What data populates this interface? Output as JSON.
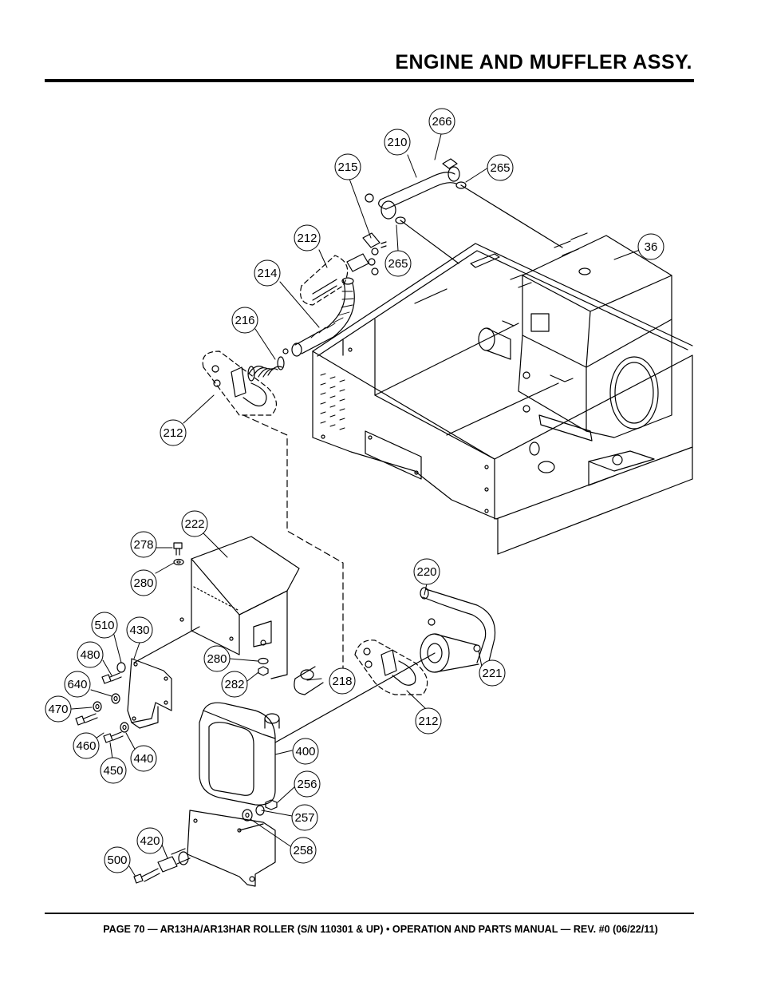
{
  "header": {
    "title": "ENGINE AND MUFFLER ASSY."
  },
  "footer": {
    "text": "PAGE 70 — AR13HA/AR13HAR ROLLER (S/N 110301 & UP) • OPERATION AND PARTS MANUAL — REV. #0 (06/22/11)"
  },
  "callouts": {
    "c266": "266",
    "c210": "210",
    "c265a": "265",
    "c215": "215",
    "c36": "36",
    "c212a": "212",
    "c265b": "265",
    "c214": "214",
    "c216": "216",
    "c212b": "212",
    "c222": "222",
    "c278": "278",
    "c280a": "280",
    "c220": "220",
    "c510": "510",
    "c430": "430",
    "c480": "480",
    "c280b": "280",
    "c221": "221",
    "c640": "640",
    "c282": "282",
    "c218": "218",
    "c470": "470",
    "c212c": "212",
    "c460": "460",
    "c440": "440",
    "c400": "400",
    "c450": "450",
    "c256": "256",
    "c257": "257",
    "c420": "420",
    "c258": "258",
    "c500": "500"
  }
}
